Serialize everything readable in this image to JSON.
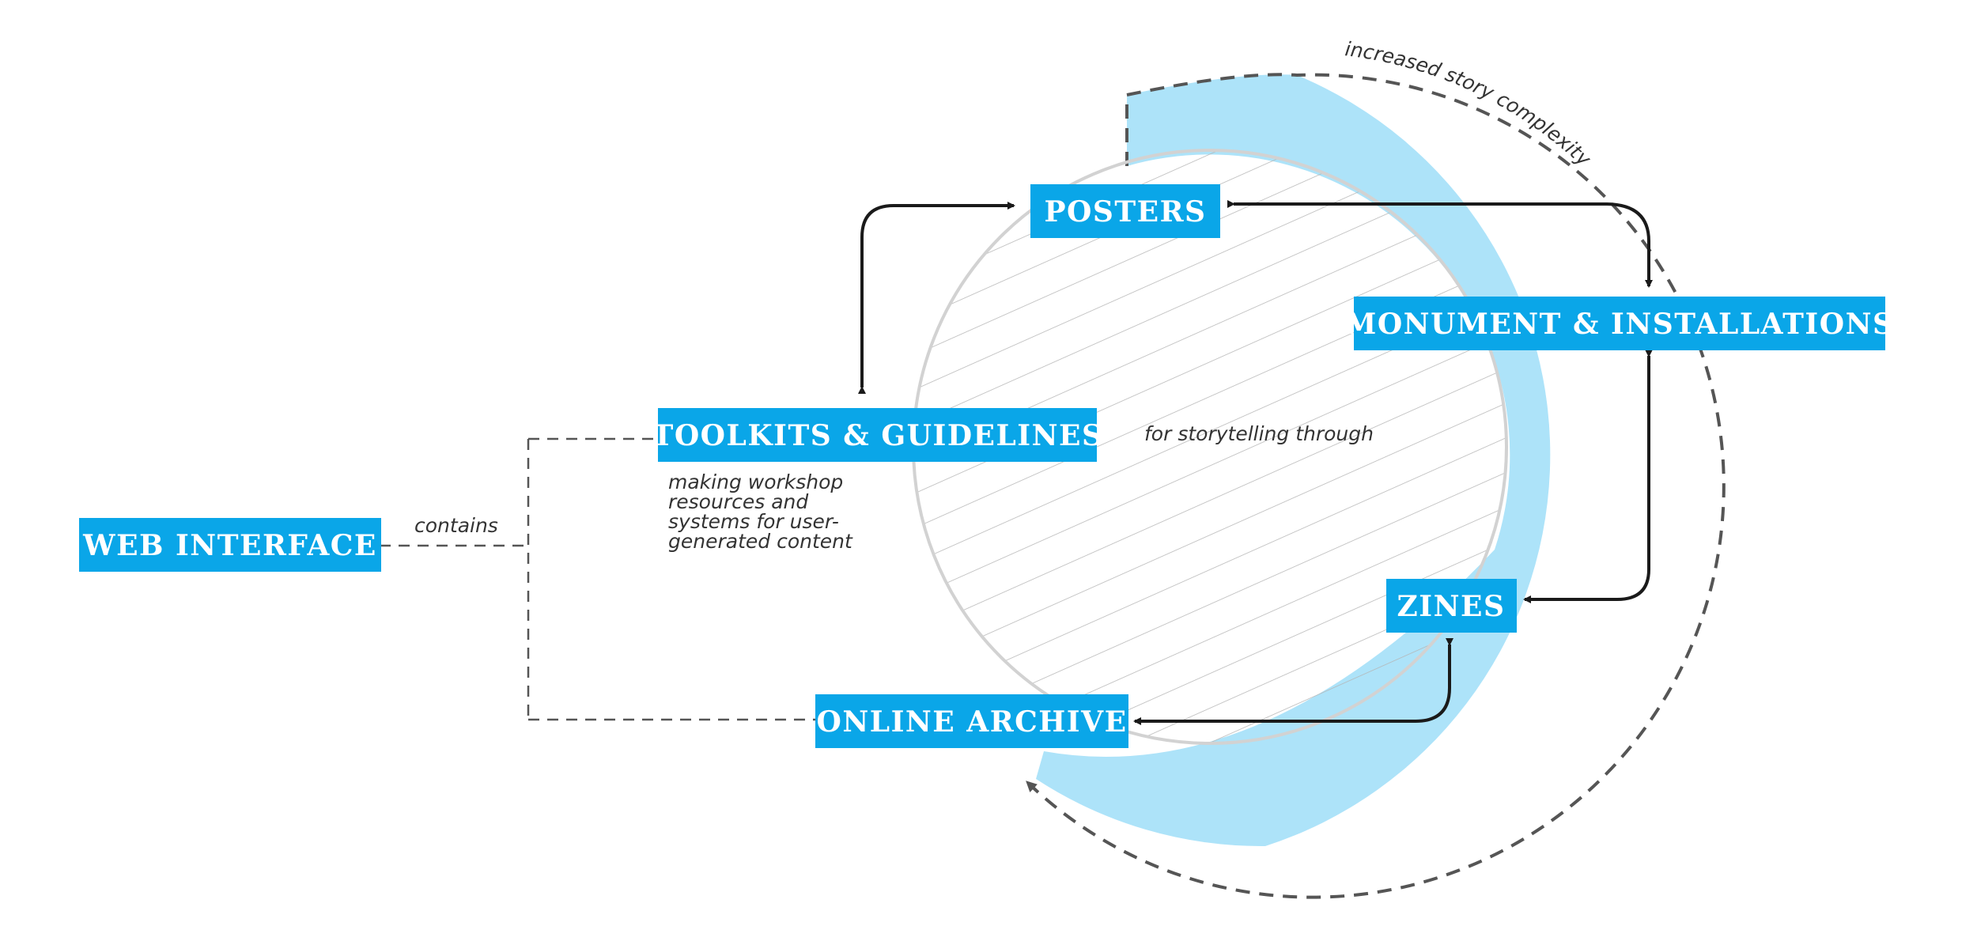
{
  "nodes": {
    "web_interface": "WEB INTERFACE",
    "toolkits": "TOOLKITS & GUIDELINES",
    "posters": "POSTERS",
    "monument": "MONUMENT & INSTALLATIONS",
    "zines": "ZINES",
    "archive": "ONLINE ARCHIVE"
  },
  "annotations": {
    "contains": "contains",
    "storytelling": "for storytelling through",
    "toolkit_desc": [
      "making workshop",
      "resources and",
      "systems for user-",
      "generated content"
    ],
    "complexity": "increased story complexity"
  },
  "colors": {
    "box": "#0aa6e8",
    "band": "#ade3f9",
    "arrow": "#1a1a1a",
    "dash": "#555555",
    "hatch": "#b5b5b5"
  }
}
